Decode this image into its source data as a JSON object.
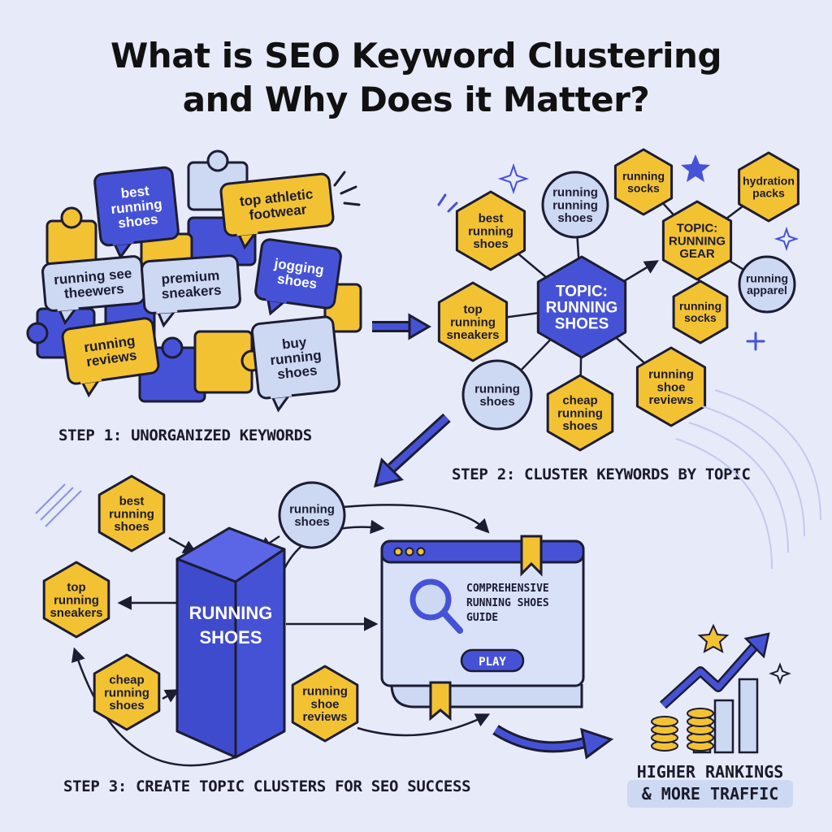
{
  "title": {
    "line1": "What is SEO Keyword Clustering",
    "line2": "and Why Does it Matter?"
  },
  "step1": {
    "label": "STEP 1: UNORGANIZED KEYWORDS",
    "bubbles": [
      {
        "id": "best-running-shoes",
        "lines": [
          "best",
          "running",
          "shoes"
        ],
        "color": "#4652d6",
        "text": "#ffffff"
      },
      {
        "id": "top-athletic-footwear",
        "lines": [
          "top athletic",
          "footwear"
        ],
        "color": "#f3c233",
        "text": "#1c1c33"
      },
      {
        "id": "running-see-theewers",
        "lines": [
          "running see",
          "theewers"
        ],
        "color": "#cdd8f3",
        "text": "#1c1c33"
      },
      {
        "id": "premium-sneakers",
        "lines": [
          "premium",
          "sneakers"
        ],
        "color": "#cdd8f3",
        "text": "#1c1c33"
      },
      {
        "id": "jogging-shoes",
        "lines": [
          "jogging",
          "shoes"
        ],
        "color": "#4652d6",
        "text": "#ffffff"
      },
      {
        "id": "running-reviews",
        "lines": [
          "running",
          "reviews"
        ],
        "color": "#f3c233",
        "text": "#1c1c33"
      },
      {
        "id": "buy-running-shoes",
        "lines": [
          "buy",
          "running",
          "shoes"
        ],
        "color": "#cdd8f3",
        "text": "#1c1c33"
      }
    ]
  },
  "step2": {
    "label": "STEP 2: CLUSTER KEYWORDS BY TOPIC",
    "hub": [
      "TOPIC:",
      "RUNNING",
      "SHOES"
    ],
    "nodes": [
      {
        "id": "best-running-shoes",
        "lines": [
          "best",
          "running",
          "shoes"
        ]
      },
      {
        "id": "running-running-shoes",
        "lines": [
          "running",
          "running",
          "shoes"
        ]
      },
      {
        "id": "top-running-sneakers",
        "lines": [
          "top",
          "running",
          "sneakers"
        ]
      },
      {
        "id": "running-shoes",
        "lines": [
          "running",
          "shoes"
        ]
      },
      {
        "id": "cheap-running-shoes",
        "lines": [
          "cheap",
          "running",
          "shoes"
        ]
      },
      {
        "id": "running-shoe-reviews",
        "lines": [
          "running",
          "shoe",
          "reviews"
        ]
      }
    ],
    "gear_hub": [
      "TOPIC:",
      "RUNNING",
      "GEAR"
    ],
    "gear_nodes": [
      {
        "id": "running-socks-top",
        "lines": [
          "running",
          "socks"
        ]
      },
      {
        "id": "hydration-packs",
        "lines": [
          "hydration",
          "packs"
        ]
      },
      {
        "id": "running-apparel",
        "lines": [
          "running",
          "apparel"
        ]
      },
      {
        "id": "running-socks",
        "lines": [
          "running",
          "socks"
        ]
      }
    ]
  },
  "step3": {
    "label": "STEP 3: CREATE TOPIC CLUSTERS FOR SEO SUCCESS",
    "pillar": [
      "RUNNING",
      "SHOES"
    ],
    "nodes": [
      {
        "id": "best-running-shoes",
        "lines": [
          "best",
          "running",
          "shoes"
        ]
      },
      {
        "id": "running-shoes",
        "lines": [
          "running",
          "shoes"
        ]
      },
      {
        "id": "top-running-sneakers",
        "lines": [
          "top",
          "running",
          "sneakers"
        ]
      },
      {
        "id": "cheap-running-shoes",
        "lines": [
          "cheap",
          "running",
          "shoes"
        ]
      },
      {
        "id": "running-shoe-reviews",
        "lines": [
          "running",
          "shoe",
          "reviews"
        ]
      }
    ],
    "guide_title": [
      "COMPREHENSIVE",
      "RUNNING SHOES",
      "GUIDE"
    ],
    "play_label": "PLAY"
  },
  "result": {
    "line1": "HIGHER RANKINGS",
    "line2": "& MORE TRAFFIC"
  },
  "colors": {
    "blue": "#4652d6",
    "yellow": "#f3c233",
    "light": "#cdd8f3",
    "bg": "#e7eaf8",
    "ink": "#1c1c33"
  }
}
